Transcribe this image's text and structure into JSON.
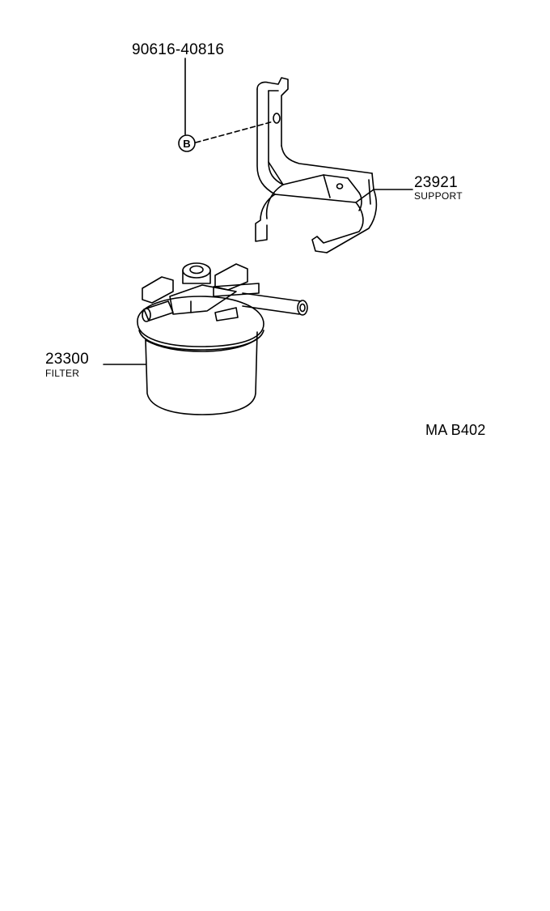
{
  "callouts": {
    "bolt": {
      "part_number": "90616-40816",
      "marker": "B"
    },
    "support": {
      "part_number": "23921",
      "name": "SUPPORT"
    },
    "filter": {
      "part_number": "23300",
      "name": "FILTER"
    }
  },
  "diagram_code": "MA B402"
}
